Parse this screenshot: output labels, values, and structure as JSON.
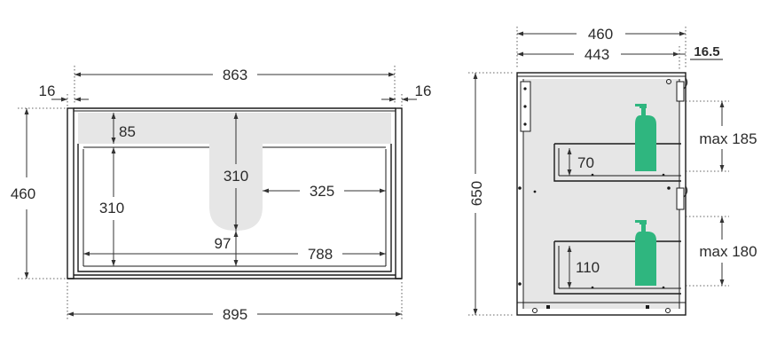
{
  "front_view": {
    "overall_top_width": "863",
    "side_left": "16",
    "side_right": "16",
    "height_total": "460",
    "top_clearance": "85",
    "cutout_depth": "310",
    "inner_height": "310",
    "right_opening": "325",
    "bottom_gap": "97",
    "inner_width": "788",
    "overall_width": "895"
  },
  "side_view": {
    "outer_depth": "460",
    "inner_depth": "443",
    "offset": "16.5",
    "height": "650",
    "upper_drawer_height": "70",
    "upper_max": "max 185",
    "lower_drawer_height": "110",
    "lower_max": "max 180"
  },
  "colors": {
    "bottle": "#2fb67f",
    "panel_fill": "#e6e6e6",
    "line": "#1a1a1a"
  },
  "icons": [
    "soap-bottle-icon",
    "soap-bottle-icon"
  ]
}
